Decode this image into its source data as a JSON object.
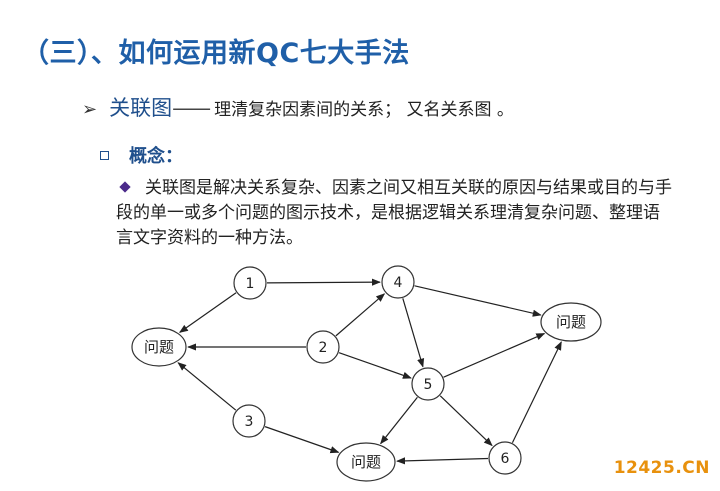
{
  "slide": {
    "title": "（三）、如何运用新QC七大手法",
    "bullet1": {
      "marker": "➢",
      "lead": "关联图",
      "dash": "——",
      "description": "理清复杂因素间的关系； 又名关系图 。"
    },
    "bullet2": {
      "label": "概念："
    },
    "paragraph": "关联图是解决关系复杂、因素之间又相互关联的原因与结果或目的与手段的单一或多个问题的图示技术，是根据逻辑关系理清复杂问题、整理语言文字资料的一种方法。"
  },
  "diagram": {
    "nodes": {
      "n1": "1",
      "n2": "2",
      "n3": "3",
      "n4": "4",
      "n5": "5",
      "n6": "6",
      "problem_left": "问题",
      "problem_right": "问题",
      "problem_bottom": "问题"
    },
    "edges": [
      [
        "1",
        "4"
      ],
      [
        "1",
        "problem_left"
      ],
      [
        "2",
        "problem_left"
      ],
      [
        "2",
        "4"
      ],
      [
        "2",
        "5"
      ],
      [
        "3",
        "problem_left"
      ],
      [
        "3",
        "problem_bottom"
      ],
      [
        "4",
        "5"
      ],
      [
        "4",
        "problem_right"
      ],
      [
        "5",
        "problem_right"
      ],
      [
        "5",
        "problem_bottom"
      ],
      [
        "5",
        "6"
      ],
      [
        "6",
        "problem_bottom"
      ],
      [
        "6",
        "problem_right"
      ]
    ]
  },
  "watermark": "12425.CN"
}
